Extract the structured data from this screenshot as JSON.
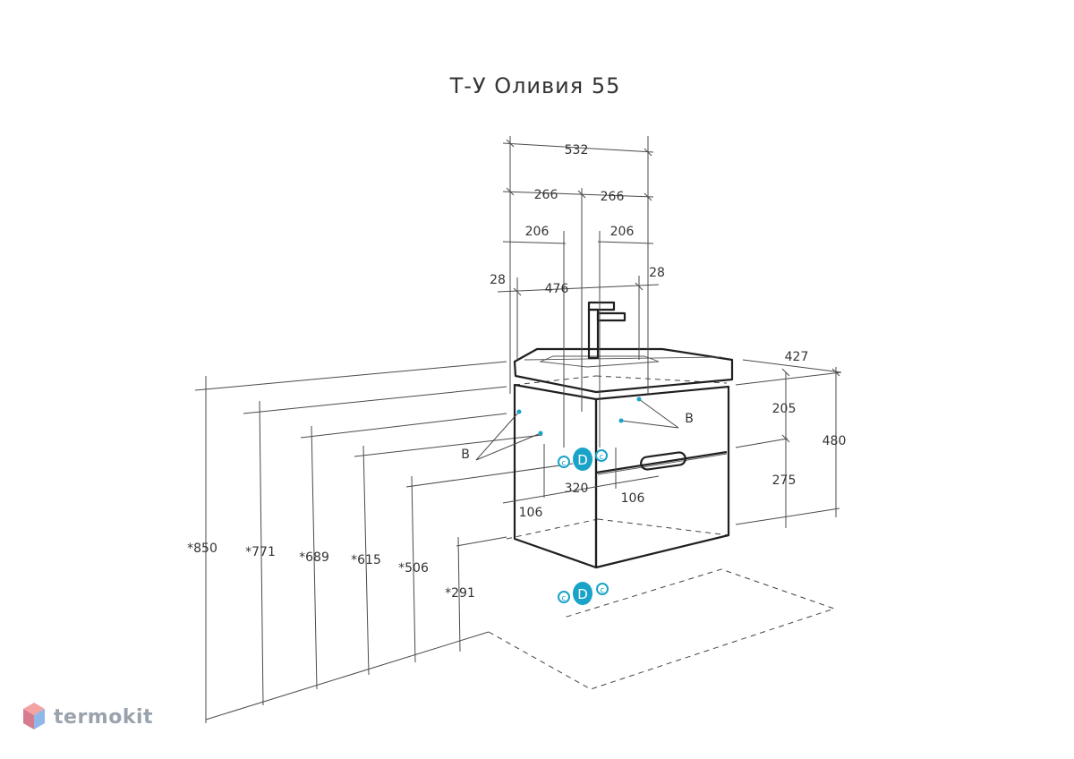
{
  "title": "Т-У Оливия 55",
  "dimensions": {
    "top_total": "532",
    "top_half_left": "266",
    "top_half_right": "266",
    "mount_left": "206",
    "mount_right": "206",
    "edge_left": "28",
    "edge_right": "28",
    "inner_width": "476",
    "depth": "427",
    "top_block": "205",
    "lower_block": "275",
    "total_height": "480",
    "pipe_spacing": "320",
    "pipe_left_offset": "106",
    "pipe_right_offset": "106",
    "height_850": "*850",
    "height_771": "*771",
    "height_689": "*689",
    "height_615": "*615",
    "height_506": "*506",
    "height_291": "*291"
  },
  "labels": {
    "b_left": "B",
    "b_right": "B",
    "d_label": "D",
    "c_label": "c"
  },
  "brand": {
    "name": "termokit"
  },
  "colors": {
    "accent": "#1aa3c9",
    "line": "#333333",
    "logo": "#9aa3ad"
  }
}
